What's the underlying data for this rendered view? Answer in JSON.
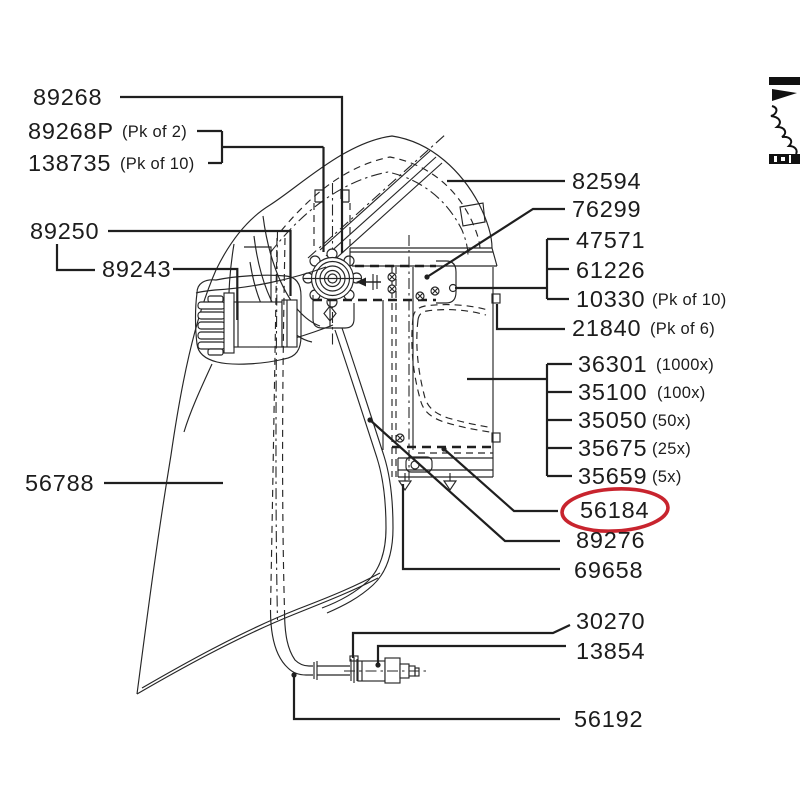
{
  "figure": {
    "type": "exploded-parts-diagram",
    "subject": "Respirator hood with headgear pivot, powered air-filter unit, breathing tube and belt air valve",
    "background": "#ffffff",
    "line_color": "#262626",
    "highlight_color": "#c8242e"
  },
  "parts": [
    {
      "number": "89268"
    },
    {
      "number": "89268P",
      "qualifier": "(Pk of 2)"
    },
    {
      "number": "138735",
      "qualifier": "(Pk of 10)"
    },
    {
      "number": "89250"
    },
    {
      "number": "89243"
    },
    {
      "number": "56788"
    },
    {
      "number": "82594"
    },
    {
      "number": "76299"
    },
    {
      "number": "47571"
    },
    {
      "number": "61226"
    },
    {
      "number": "10330",
      "qualifier": "(Pk of 10)"
    },
    {
      "number": "21840",
      "qualifier": "(Pk of 6)"
    },
    {
      "number": "36301",
      "qualifier": "(1000x)"
    },
    {
      "number": "35100",
      "qualifier": "(100x)"
    },
    {
      "number": "35050",
      "qualifier": "(50x)"
    },
    {
      "number": "35675",
      "qualifier": "(25x)"
    },
    {
      "number": "35659",
      "qualifier": "(5x)"
    },
    {
      "number": "56184"
    },
    {
      "number": "89276"
    },
    {
      "number": "69658"
    },
    {
      "number": "30270"
    },
    {
      "number": "13854"
    },
    {
      "number": "56192"
    }
  ],
  "highlight": {
    "part_number": "56184",
    "shape": "red-ellipse"
  },
  "corner_logo": {
    "name": "partial-gear-emblem"
  }
}
